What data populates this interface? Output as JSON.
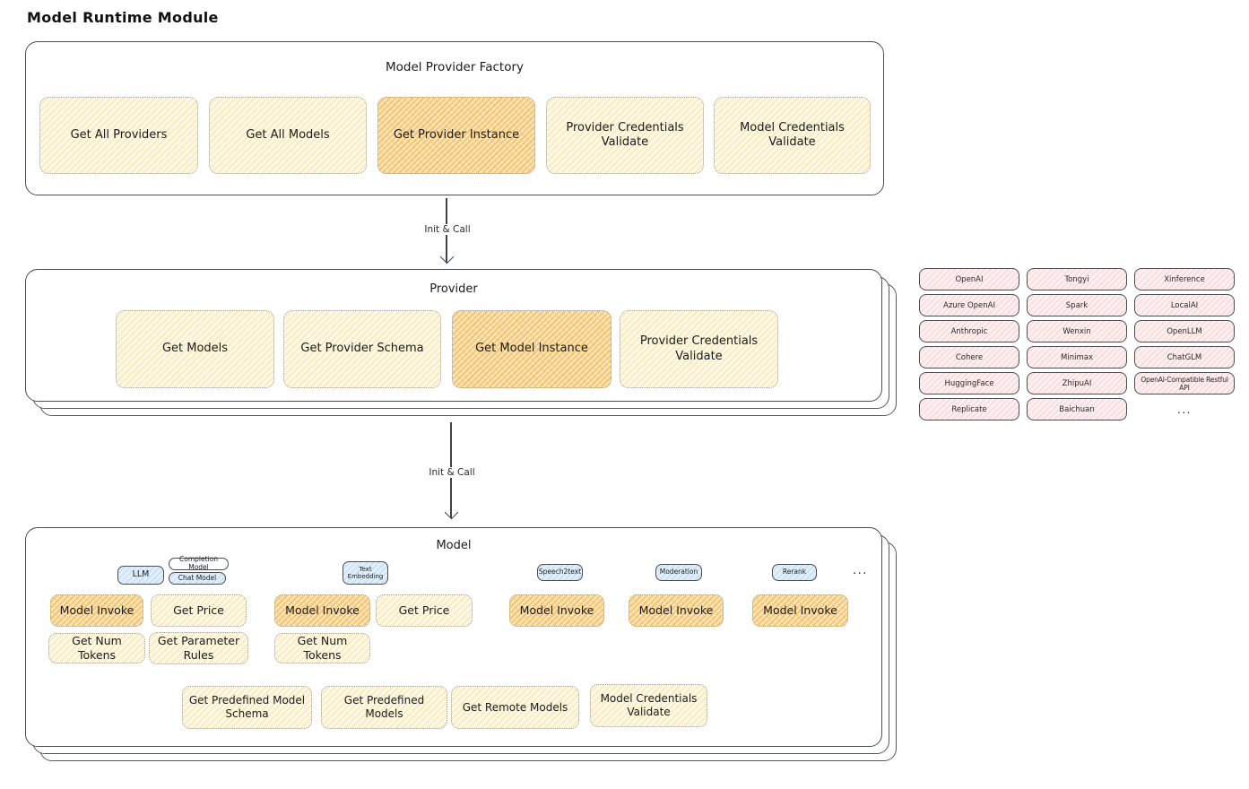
{
  "title": "Model Runtime Module",
  "colors": {
    "panel_border": "#4a4d52",
    "node_yellow_fill": "#fdf7e0",
    "node_orange_highlight": "#f3b34c",
    "provider_chip_pink": "#fdefef",
    "type_tag_blue": "#e1effa",
    "text": "#1e1e1e"
  },
  "factory": {
    "title": "Model Provider Factory",
    "buttons": [
      {
        "label": "Get All Providers",
        "highlighted": false
      },
      {
        "label": "Get All Models",
        "highlighted": false
      },
      {
        "label": "Get Provider Instance",
        "highlighted": true
      },
      {
        "label": "Provider Credentials Validate",
        "highlighted": false
      },
      {
        "label": "Model Credentials Validate",
        "highlighted": false
      }
    ]
  },
  "connections": [
    {
      "label": "Init & Call"
    },
    {
      "label": "Init & Call"
    }
  ],
  "provider": {
    "title": "Provider",
    "buttons": [
      {
        "label": "Get Models",
        "highlighted": false
      },
      {
        "label": "Get Provider Schema",
        "highlighted": false
      },
      {
        "label": "Get Model Instance",
        "highlighted": true
      },
      {
        "label": "Provider Credentials Validate",
        "highlighted": false
      }
    ]
  },
  "supported_providers": {
    "items": [
      "OpenAI",
      "Tongyi",
      "Xinference",
      "Azure OpenAI",
      "Spark",
      "LocalAI",
      "Anthropic",
      "Wenxin",
      "OpenLLM",
      "Cohere",
      "Minimax",
      "ChatGLM",
      "HuggingFace",
      "ZhipuAI",
      "OpenAI-Compatible Restful API",
      "Replicate",
      "Baichuan"
    ],
    "more_label": "..."
  },
  "model": {
    "title": "Model",
    "type_tags": [
      {
        "label": "LLM"
      },
      {
        "label": "Completion Model"
      },
      {
        "label": "Chat Model"
      },
      {
        "label": "Text Embedding"
      },
      {
        "label": "Speech2text"
      },
      {
        "label": "Moderation"
      },
      {
        "label": "Rerank"
      }
    ],
    "more_label": "...",
    "invoke_row": [
      {
        "label": "Model Invoke",
        "highlighted": true
      },
      {
        "label": "Get Price",
        "highlighted": false
      },
      {
        "label": "Model Invoke",
        "highlighted": true
      },
      {
        "label": "Get Price",
        "highlighted": false
      },
      {
        "label": "Model Invoke",
        "highlighted": true
      },
      {
        "label": "Model Invoke",
        "highlighted": true
      },
      {
        "label": "Model Invoke",
        "highlighted": true
      }
    ],
    "util_row": [
      {
        "label": "Get Num Tokens"
      },
      {
        "label": "Get Parameter Rules"
      },
      {
        "label": "Get Num Tokens"
      }
    ],
    "bottom_row": [
      {
        "label": "Get Predefined Model Schema"
      },
      {
        "label": "Get Predefined Models"
      },
      {
        "label": "Get Remote Models"
      },
      {
        "label": "Model Credentials Validate"
      }
    ]
  }
}
